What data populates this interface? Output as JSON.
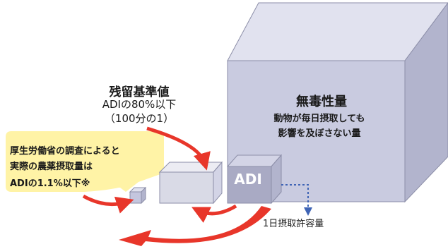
{
  "colors": {
    "large_cube_front": "#c9cbe0",
    "large_cube_top": "#e1e2ef",
    "large_cube_side": "#b2b4cd",
    "adi_cube_front": "#a9aac4",
    "adi_cube_top": "#d3d4e6",
    "mrl_cube_front": "#d9dae6",
    "tiny_cube": "#c4c6de",
    "callout_bg": "#fff3a6",
    "arrow_red": "#e8362a",
    "dotted_arrow": "#3f64b5",
    "text": "#1a1a1a"
  },
  "residual_standard": {
    "title": "残留基準値",
    "line1": "ADIの80%以下",
    "line2": "（100分の1）"
  },
  "no_observed_effect_level": {
    "title": "無毒性量",
    "line1": "動物が毎日摂取しても",
    "line2": "影響を及ぼさない量"
  },
  "survey_callout": {
    "line1": "厚生労働省の調査によると",
    "line2": "実際の農薬摂取量は",
    "line3": "ADIの1.1%以下※"
  },
  "adi_cube_label": "ADI",
  "tdi_label": "1日摂取許容量",
  "icons": [
    "large-cube",
    "adi-cube",
    "mrl-cube",
    "tiny-cube",
    "curved-red-arrow",
    "dotted-down-arrow"
  ]
}
